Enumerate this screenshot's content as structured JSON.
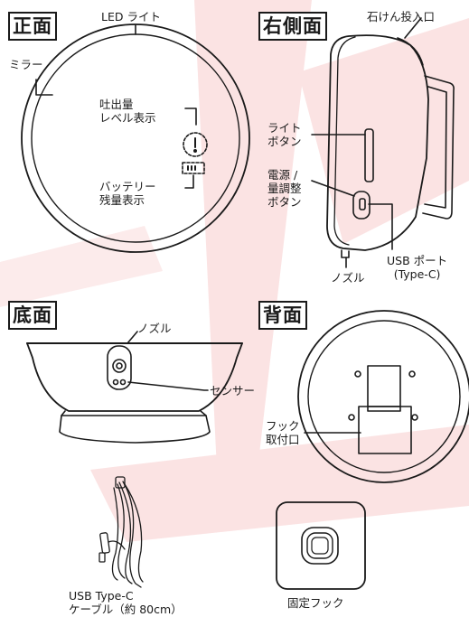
{
  "sections": {
    "front": "正面",
    "right_side": "右側面",
    "bottom": "底面",
    "back": "背面"
  },
  "labels": {
    "led_light": "LED ライト",
    "mirror": "ミラー",
    "output_level_line1": "吐出量",
    "output_level_line2": "レベル表示",
    "battery_line1": "バッテリー",
    "battery_line2": "残量表示",
    "soap_inlet": "石けん投入口",
    "light_button_line1": "ライト",
    "light_button_line2": "ボタン",
    "power_button_line1": "電源 /",
    "power_button_line2": "量調整",
    "power_button_line3": "ボタン",
    "usb_port_line1": "USB ポート",
    "usb_port_line2": "(Type-C)",
    "nozzle_side": "ノズル",
    "nozzle_bottom": "ノズル",
    "sensor": "センサー",
    "hook_mount_line1": "フック",
    "hook_mount_line2": "取付口",
    "usb_cable_line1": "USB Type-C",
    "usb_cable_line2": "ケーブル（約 80cm）",
    "fixed_hook": "固定フック"
  },
  "colors": {
    "line": "#1a1a1a",
    "watermark": "#f8dcdc"
  }
}
